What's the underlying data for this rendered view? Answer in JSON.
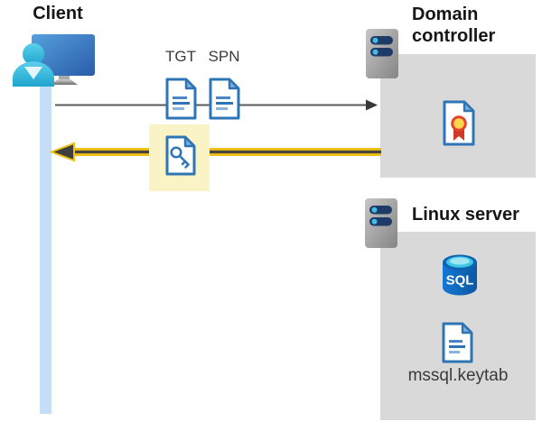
{
  "client": {
    "label": "Client"
  },
  "flow": {
    "tgt_label": "TGT",
    "spn_label": "SPN"
  },
  "domain_controller": {
    "label": "Domain controller"
  },
  "linux_server": {
    "label": "Linux server",
    "sql_label": "SQL",
    "keytab_label": "mssql.keytab"
  },
  "icons": {
    "client": "user-workstation-icon",
    "domain_controller": "server-icon",
    "linux_server": "server-icon",
    "tgt": "document-icon",
    "spn": "document-icon",
    "session_key": "key-document-icon",
    "certificate": "certificate-icon",
    "database": "sql-database-icon",
    "keytab_file": "document-icon"
  },
  "colors": {
    "arrow_yellow": "#f0c114",
    "arrow_dark": "#3f3f3f",
    "request_line_gray": "#595959",
    "highlight_yellow": "#faf3c6",
    "lifeline_blue": "#c5ddf6",
    "panel_gray": "#d9d9d9",
    "doc_blue": "#2e75b6"
  }
}
